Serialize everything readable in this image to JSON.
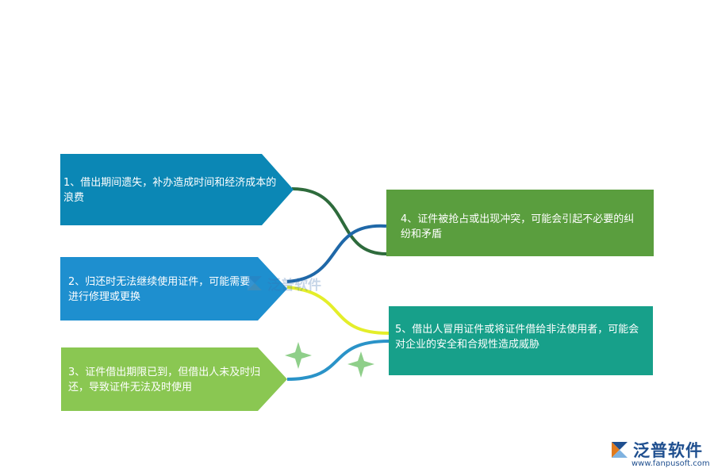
{
  "diagram": {
    "items": [
      {
        "id": 1,
        "text": "1、借出期间遗失，补办造成时间和经济成本的浪费",
        "color": "#0b87b5"
      },
      {
        "id": 2,
        "text": "2、归还时无法继续使用证件，可能需要进行修理或更换",
        "color": "#1e8fcf"
      },
      {
        "id": 3,
        "text": "3、证件借出期限已到，但借出人未及时归还，导致证件无法及时使用",
        "color": "#8ac752"
      },
      {
        "id": 4,
        "text": "4、证件被抢占或出现冲突，可能会引起不必要的纠纷和矛盾",
        "color": "#5a9e3e"
      },
      {
        "id": 5,
        "text": "5、借出人冒用证件或将证件借给非法使用者，可能会对企业的安全和合规性造成威胁",
        "color": "#17a08a"
      }
    ],
    "connector_colors": [
      "#2e6b3c",
      "#1f68a8",
      "#e4ee2a",
      "#2a93c8"
    ],
    "sparkle_color": "#8fcf8a"
  },
  "watermark": {
    "text": "泛普软件"
  },
  "logo": {
    "name": "泛普软件",
    "url": "www.fanpusoft.com"
  }
}
